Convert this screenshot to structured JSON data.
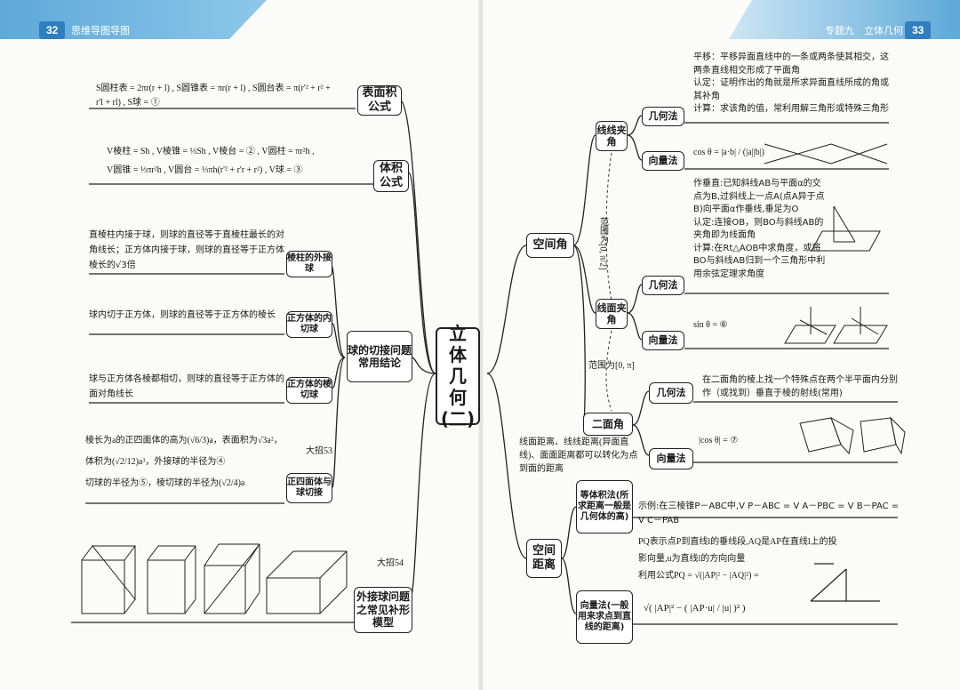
{
  "header": {
    "left_page_number": "32",
    "left_title": "思维导图导图",
    "right_topic": "专题九",
    "right_title": "立体几何",
    "right_page_number": "33"
  },
  "center": {
    "title_l1": "立",
    "title_l2": "体",
    "title_l3": "几",
    "title_l4": "何",
    "title_l5": "(二)"
  },
  "left": {
    "surface_area": {
      "label": "表面积公式",
      "formula_l1": "S圆柱表 = 2πr(r + l) , S圆锥表 = πr(r + l) , S圆台表 = π(r'² + r² +",
      "formula_l2": "r'l + rl) , S球 = ①"
    },
    "volume": {
      "label": "体积公式",
      "formula_l1": "V棱柱 = Sh , V棱锥 = ⅓Sh , V棱台 = ② , V圆柱 = πr²h ,",
      "formula_l2": "V圆锥 = ⅓πr²h , V圆台 = ⅓πh(r'² + r'r + r²) , V球 = ③"
    },
    "ball": {
      "label": "球的切接问题常用结论",
      "prism": {
        "label": "棱柱的外接球",
        "text": "直棱柱内接于球，则球的直径等于直棱柱最长的对角线长；正方体内接于球，则球的直径等于正方体棱长的√3倍"
      },
      "cube_in": {
        "label": "正方体的内切球",
        "text": "球内切于正方体，则球的直径等于正方体的棱长"
      },
      "cube_edge": {
        "label": "正方体的棱切球",
        "text": "球与正方体各棱都相切，则球的直径等于正方体的面对角线长"
      },
      "tetra": {
        "label": "正四面体与球切接",
        "note": "大招53",
        "text_l1": "棱长为a的正四面体的高为(√6/3)a，表面积为√3a²，",
        "text_l2": "体积为(√2/12)a³，外接球的半径为④",
        "text_l3": "切球的半径为⑤",
        "text_l4": "，棱切球的半径为(√2/4)a"
      }
    },
    "outer_ball": {
      "label": "外接球问题之常见补形模型",
      "note": "大招54"
    }
  },
  "right": {
    "space_angle": {
      "label": "空间角",
      "range1": "范围为[0, π/2]",
      "range2": "范围为[0, π]",
      "line_line": {
        "label": "线线夹角",
        "geo": {
          "label": "几何法",
          "text": "平移：平移异面直线中的一条或两条使其相交，这两条直线相交形成了平面角\n认定：证明作出的角就是所求异面直线所成的角或其补角\n计算：求该角的值，常利用解三角形或特殊三角形"
        },
        "vec": {
          "label": "向量法",
          "formula": "cos θ = |a·b| / (|a||b|)"
        }
      },
      "line_plane": {
        "label": "线面夹角",
        "geo": {
          "label": "几何法",
          "text": "作垂直:已知斜线AB与平面α的交点为B,过斜线上一点A(点A异于点B)向平面α作垂线,垂足为O\n认定:连接OB，则BO与斜线AB的夹角即为线面角\n计算:在Rt△AOB中求角度，或将BO与斜线AB归到一个三角形中利用余弦定理求角度"
        },
        "vec": {
          "label": "向量法",
          "formula": "sin θ = ⑥"
        }
      },
      "dihedral": {
        "label": "二面角",
        "geo": {
          "label": "几何法",
          "text": "在二面角的棱上找一个特殊点在两个半平面内分别作（或找到）垂直于棱的射线(常用)"
        },
        "vec": {
          "label": "向量法",
          "formula": "|cos θ| = ⑦"
        }
      }
    },
    "space_dist": {
      "label": "空间距离",
      "note": "线面距离、线线距离(异面直线)、面面距离都可以转化为点到面的距离",
      "volume_method": {
        "label": "等体积法(所求距离一般是几何体的高)",
        "text": "示例:在三棱锥P－ABC中,V P－ABC = V A－PBC = V B－PAC = V C－PAB"
      },
      "vector_method": {
        "label": "向量法(一般用来求点到直线的距离)",
        "text_l1": "PQ表示点P到直线l的垂线段,AQ是AP在直线l上的投",
        "text_l2": "影向量,u为直线l的方向向量",
        "text_l3": "利用公式PQ = √(|AP|² − |AQ|²) =",
        "formula": "√( |AP|² − ( |AP·u| / |u| )² )"
      }
    }
  }
}
